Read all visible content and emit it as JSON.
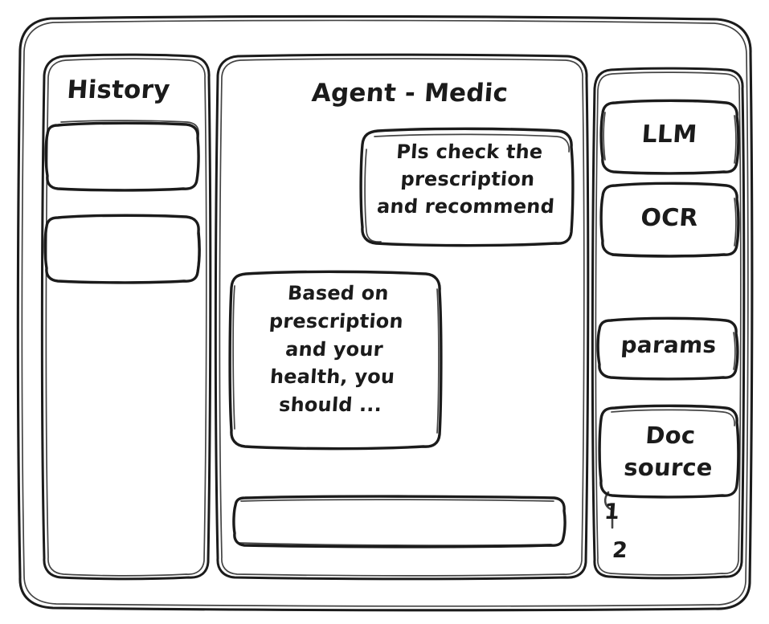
{
  "window": {
    "frame_name": "app-window",
    "background": "#ffffff",
    "stroke_color": "#1b1b1b",
    "style": "hand-drawn-wireframe"
  },
  "sidebar": {
    "title": "History",
    "items": [
      {
        "label": "",
        "name": "history-item-1"
      },
      {
        "label": "",
        "name": "history-item-2"
      }
    ]
  },
  "main": {
    "title": "Agent - Medic",
    "messages": [
      {
        "role": "user",
        "text": "Pls check the\nprescription\nand recommend",
        "align": "right"
      },
      {
        "role": "assistant",
        "text": "Based on\nprescription\nand your\nhealth, you\nshould ...",
        "align": "left"
      }
    ],
    "composer": {
      "value": "",
      "placeholder": ""
    }
  },
  "rail": {
    "tools": [
      {
        "label": "LLM",
        "name": "tool-llm"
      },
      {
        "label": "OCR",
        "name": "tool-ocr"
      },
      {
        "label": "params",
        "name": "tool-params"
      }
    ],
    "doc_source": {
      "label": "Doc\nsource",
      "entries": [
        "1",
        "2"
      ]
    }
  }
}
